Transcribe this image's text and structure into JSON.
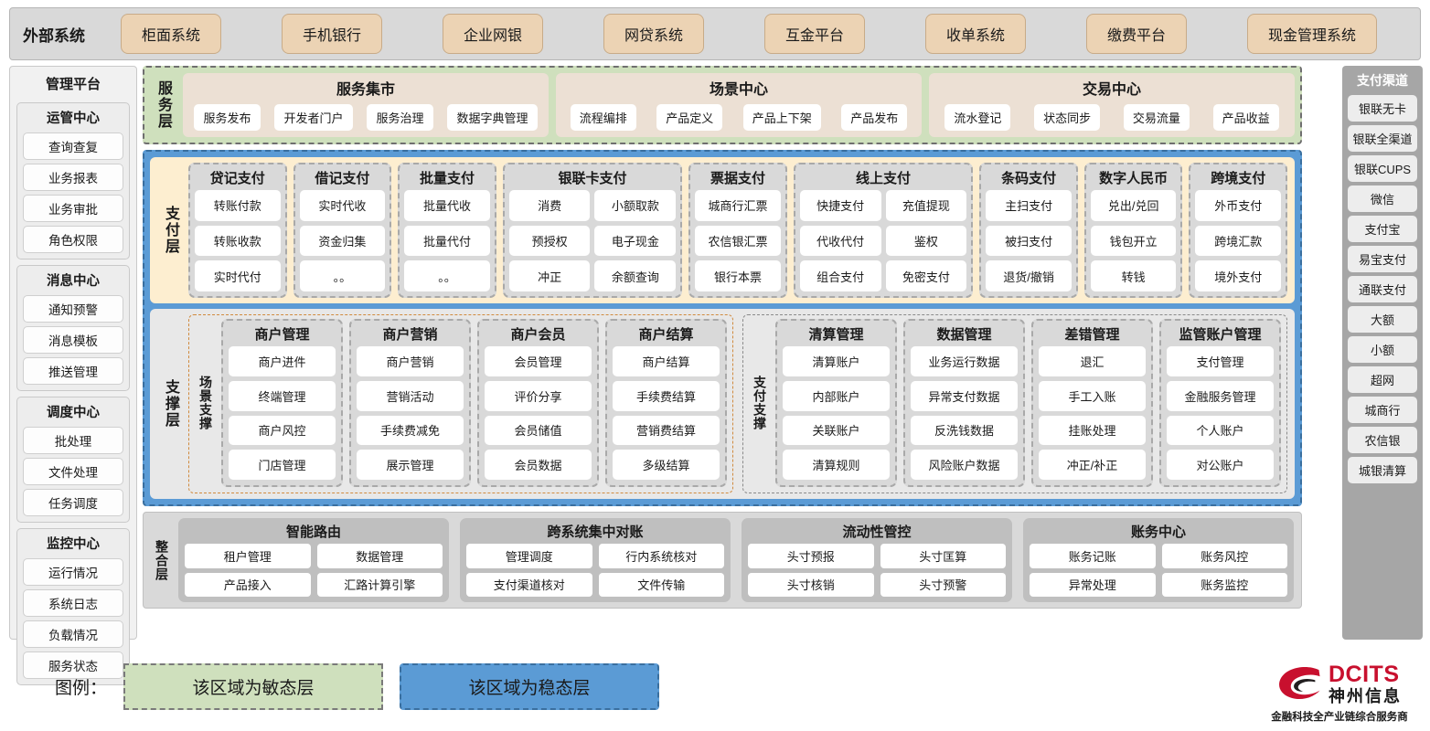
{
  "external_systems": {
    "title": "外部系统",
    "items": [
      "柜面系统",
      "手机银行",
      "企业网银",
      "网贷系统",
      "互金平台",
      "收单系统",
      "缴费平台",
      "现金管理系统"
    ]
  },
  "management_platform": {
    "title": "管理平台",
    "groups": [
      {
        "title": "运管中心",
        "items": [
          "查询查复",
          "业务报表",
          "业务审批",
          "角色权限"
        ]
      },
      {
        "title": "消息中心",
        "items": [
          "通知预警",
          "消息模板",
          "推送管理"
        ]
      },
      {
        "title": "调度中心",
        "items": [
          "批处理",
          "文件处理",
          "任务调度"
        ]
      },
      {
        "title": "监控中心",
        "items": [
          "运行情况",
          "系统日志",
          "负载情况",
          "服务状态"
        ]
      }
    ]
  },
  "payment_channels": {
    "title": "支付渠道",
    "items": [
      "银联无卡",
      "银联全渠道",
      "银联CUPS",
      "微信",
      "支付宝",
      "易宝支付",
      "通联支付",
      "大额",
      "小额",
      "超网",
      "城商行",
      "农信银",
      "城银清算"
    ]
  },
  "service_layer": {
    "label": "服务层",
    "groups": [
      {
        "title": "服务集市",
        "items": [
          "服务发布",
          "开发者门户",
          "服务治理",
          "数据字典管理"
        ]
      },
      {
        "title": "场景中心",
        "items": [
          "流程编排",
          "产品定义",
          "产品上下架",
          "产品发布"
        ]
      },
      {
        "title": "交易中心",
        "items": [
          "流水登记",
          "状态同步",
          "交易流量",
          "产品收益"
        ]
      }
    ]
  },
  "payment_layer": {
    "label": "支付层",
    "columns": [
      {
        "title": "贷记支付",
        "cols": 1,
        "items": [
          "转账付款",
          "转账收款",
          "实时代付"
        ]
      },
      {
        "title": "借记支付",
        "cols": 1,
        "items": [
          "实时代收",
          "资金归集",
          "。。"
        ]
      },
      {
        "title": "批量支付",
        "cols": 1,
        "items": [
          "批量代收",
          "批量代付",
          "。。"
        ]
      },
      {
        "title": "银联卡支付",
        "cols": 2,
        "items": [
          "消费",
          "小额取款",
          "预授权",
          "电子现金",
          "冲正",
          "余额查询"
        ]
      },
      {
        "title": "票据支付",
        "cols": 1,
        "items": [
          "城商行汇票",
          "农信银汇票",
          "银行本票"
        ]
      },
      {
        "title": "线上支付",
        "cols": 2,
        "items": [
          "快捷支付",
          "充值提现",
          "代收代付",
          "鉴权",
          "组合支付",
          "免密支付"
        ]
      },
      {
        "title": "条码支付",
        "cols": 1,
        "items": [
          "主扫支付",
          "被扫支付",
          "退货/撤销"
        ]
      },
      {
        "title": "数字人民币",
        "cols": 1,
        "items": [
          "兑出/兑回",
          "钱包开立",
          "转钱"
        ]
      },
      {
        "title": "跨境支付",
        "cols": 1,
        "items": [
          "外币支付",
          "跨境汇款",
          "境外支付"
        ]
      }
    ]
  },
  "support_layer": {
    "label": "支撑层",
    "halves": [
      {
        "label": "场景支撑",
        "columns": [
          {
            "title": "商户管理",
            "items": [
              "商户进件",
              "终端管理",
              "商户风控",
              "门店管理"
            ]
          },
          {
            "title": "商户营销",
            "items": [
              "商户营销",
              "营销活动",
              "手续费减免",
              "展示管理"
            ]
          },
          {
            "title": "商户会员",
            "items": [
              "会员管理",
              "评价分享",
              "会员储值",
              "会员数据"
            ]
          },
          {
            "title": "商户结算",
            "items": [
              "商户结算",
              "手续费结算",
              "营销费结算",
              "多级结算"
            ]
          }
        ]
      },
      {
        "label": "支付支撑",
        "columns": [
          {
            "title": "清算管理",
            "items": [
              "清算账户",
              "内部账户",
              "关联账户",
              "清算规则"
            ]
          },
          {
            "title": "数据管理",
            "items": [
              "业务运行数据",
              "异常支付数据",
              "反洗钱数据",
              "风险账户数据"
            ]
          },
          {
            "title": "差错管理",
            "items": [
              "退汇",
              "手工入账",
              "挂账处理",
              "冲正/补正"
            ]
          },
          {
            "title": "监管账户管理",
            "items": [
              "支付管理",
              "金融服务管理",
              "个人账户",
              "对公账户"
            ]
          }
        ]
      }
    ]
  },
  "integration_layer": {
    "label": "整合层",
    "groups": [
      {
        "title": "智能路由",
        "items": [
          "租户管理",
          "数据管理",
          "产品接入",
          "汇路计算引擎"
        ]
      },
      {
        "title": "跨系统集中对账",
        "items": [
          "管理调度",
          "行内系统核对",
          "支付渠道核对",
          "文件传输"
        ]
      },
      {
        "title": "流动性管控",
        "items": [
          "头寸预报",
          "头寸匡算",
          "头寸核销",
          "头寸预警"
        ]
      },
      {
        "title": "账务中心",
        "items": [
          "账务记账",
          "账务风控",
          "异常处理",
          "账务监控"
        ]
      }
    ]
  },
  "legend": {
    "label": "图例：",
    "agile": "该区域为敏态层",
    "stable": "该区域为稳态层",
    "agile_color": "#cfe0bd",
    "stable_color": "#5b9bd5"
  },
  "logo": {
    "en": "DCITS",
    "cn": "神州信息",
    "tagline": "金融科技全产业链综合服务商",
    "brand_color": "#c8102e"
  }
}
